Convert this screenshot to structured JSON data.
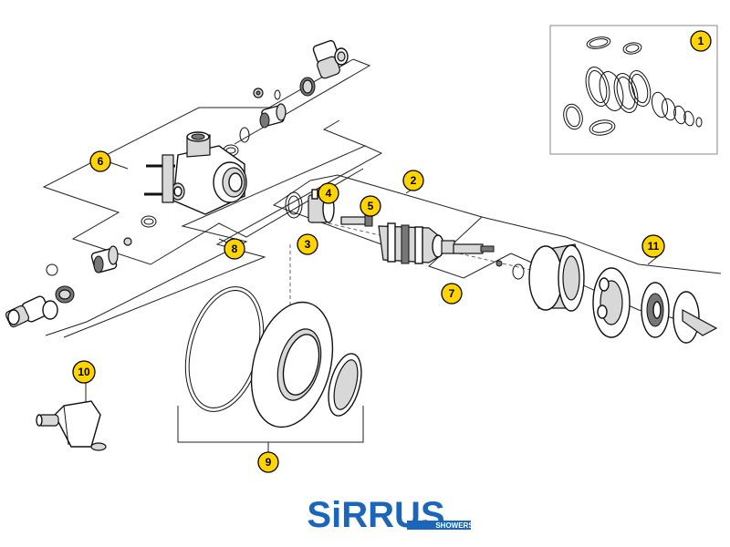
{
  "callouts": {
    "c1": "1",
    "c2": "2",
    "c3": "3",
    "c4": "4",
    "c5": "5",
    "c6": "6",
    "c7": "7",
    "c8": "8",
    "c9": "9",
    "c10": "10",
    "c11": "11"
  },
  "brand": {
    "name": "SiRRUS",
    "tagline": "SHOWERS",
    "color": "#1b66b8"
  },
  "colors": {
    "callout_fill": "#ffd400",
    "line": "#111111"
  }
}
